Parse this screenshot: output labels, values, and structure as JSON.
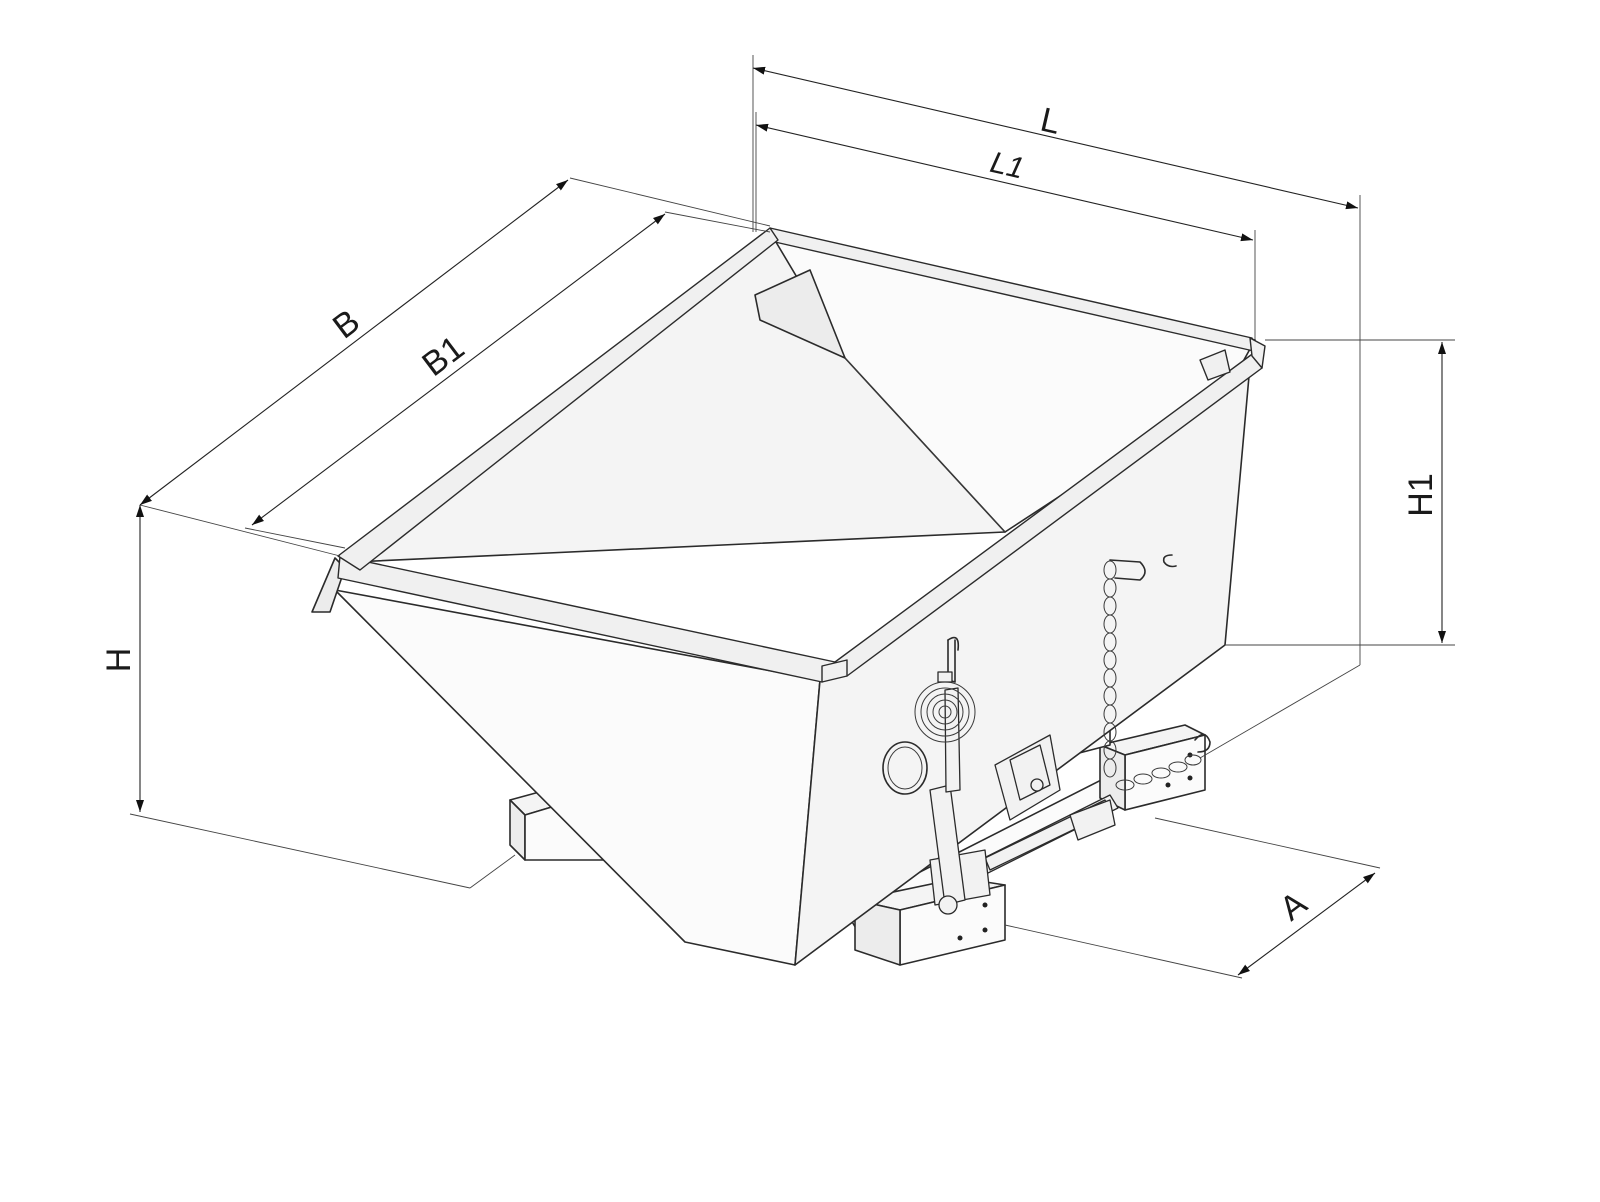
{
  "dimensions": {
    "L": "L",
    "L1": "L1",
    "B": "B",
    "B1": "B1",
    "H": "H",
    "H1": "H1",
    "A": "A"
  }
}
